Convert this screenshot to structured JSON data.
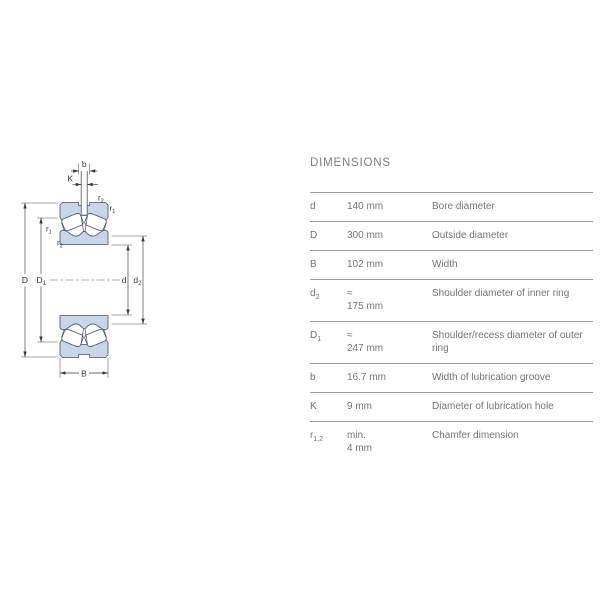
{
  "drawing": {
    "labels": {
      "b": "b",
      "K": "K",
      "B": "B",
      "D": "D",
      "d": "d",
      "D1_base": "D",
      "D1_sub": "1",
      "d2_base": "d",
      "d2_sub": "2",
      "r1_base": "r",
      "r1_sub": "1",
      "r2_base": "r",
      "r2_sub": "2"
    },
    "colors": {
      "ring_fill": "#c9d5e9",
      "ring_outline": "#46536a",
      "dimension_line": "#3a3b3d",
      "centerline": "#8f9296"
    }
  },
  "table": {
    "title": "DIMENSIONS",
    "colors": {
      "text": "#72757a",
      "rule": "#9aa0a5"
    },
    "rows": [
      {
        "symbol": "d",
        "symbol_sub": "",
        "value_lines": [
          "140 mm"
        ],
        "description": "Bore diameter"
      },
      {
        "symbol": "D",
        "symbol_sub": "",
        "value_lines": [
          "300 mm"
        ],
        "description": "Outside diameter"
      },
      {
        "symbol": "B",
        "symbol_sub": "",
        "value_lines": [
          "102 mm"
        ],
        "description": "Width"
      },
      {
        "symbol": "d",
        "symbol_sub": "2",
        "value_lines": [
          "≈",
          "175 mm"
        ],
        "description": "Shoulder diameter of inner ring"
      },
      {
        "symbol": "D",
        "symbol_sub": "1",
        "value_lines": [
          "≈",
          "247 mm"
        ],
        "description": "Shoulder/recess diameter of outer ring"
      },
      {
        "symbol": "b",
        "symbol_sub": "",
        "value_lines": [
          "16.7 mm"
        ],
        "description": "Width of lubrication groove"
      },
      {
        "symbol": "K",
        "symbol_sub": "",
        "value_lines": [
          "9 mm"
        ],
        "description": "Diameter of lubrication hole"
      },
      {
        "symbol": "r",
        "symbol_sub": "1,2",
        "value_lines": [
          "min.",
          "4 mm"
        ],
        "description": "Chamfer dimension"
      }
    ]
  }
}
